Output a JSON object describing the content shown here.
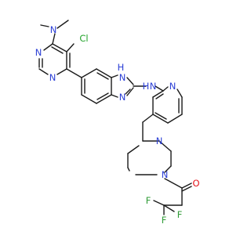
{
  "colors": {
    "background": "#ffffff",
    "bond": "#1a1a1a",
    "nitrogen": "#2b3fd6",
    "oxygen": "#e4141b",
    "chlorine": "#21a32a",
    "fluorine": "#2f9b36"
  },
  "atoms": {
    "n_dimethyl": "N",
    "cl": "Cl",
    "n_pyrimidine_1": "N",
    "n_pyrimidine_2": "N",
    "nh_imidazole": "H",
    "n_imidazole_top": "N",
    "n_imidazole_bottom": "N",
    "nh_amine_h": "H",
    "nh_amine_n": "N",
    "n_pyridine": "N",
    "n_piperazine_1": "N",
    "n_piperazine_2": "N",
    "o_carbonyl": "O",
    "f1": "F",
    "f2": "F",
    "f3": "F"
  }
}
